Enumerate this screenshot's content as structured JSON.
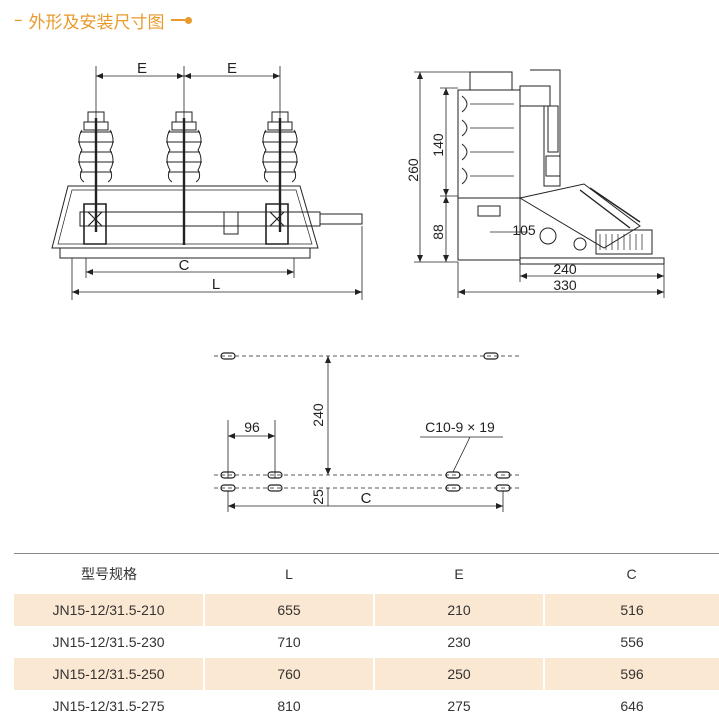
{
  "section": {
    "title": "外形及安装尺寸图"
  },
  "front_view": {
    "labels": {
      "E1": "E",
      "E2": "E",
      "C": "C",
      "L": "L"
    }
  },
  "side_view": {
    "labels": {
      "d260": "260",
      "d140": "140",
      "d88": "88",
      "d105": "105",
      "d240": "240",
      "d330": "330"
    }
  },
  "mount_plan": {
    "labels": {
      "d96": "96",
      "d240": "240",
      "d25": "25",
      "C": "C",
      "holes": "C10-9 × 19"
    }
  },
  "table": {
    "headers": [
      "型号规格",
      "L",
      "E",
      "C"
    ],
    "rows": [
      [
        "JN15-12/31.5-210",
        "655",
        "210",
        "516"
      ],
      [
        "JN15-12/31.5-230",
        "710",
        "230",
        "556"
      ],
      [
        "JN15-12/31.5-250",
        "760",
        "250",
        "596"
      ],
      [
        "JN15-12/31.5-275",
        "810",
        "275",
        "646"
      ]
    ],
    "shade_color": "#fbe8d2"
  },
  "accent_color": "#e89a2c"
}
